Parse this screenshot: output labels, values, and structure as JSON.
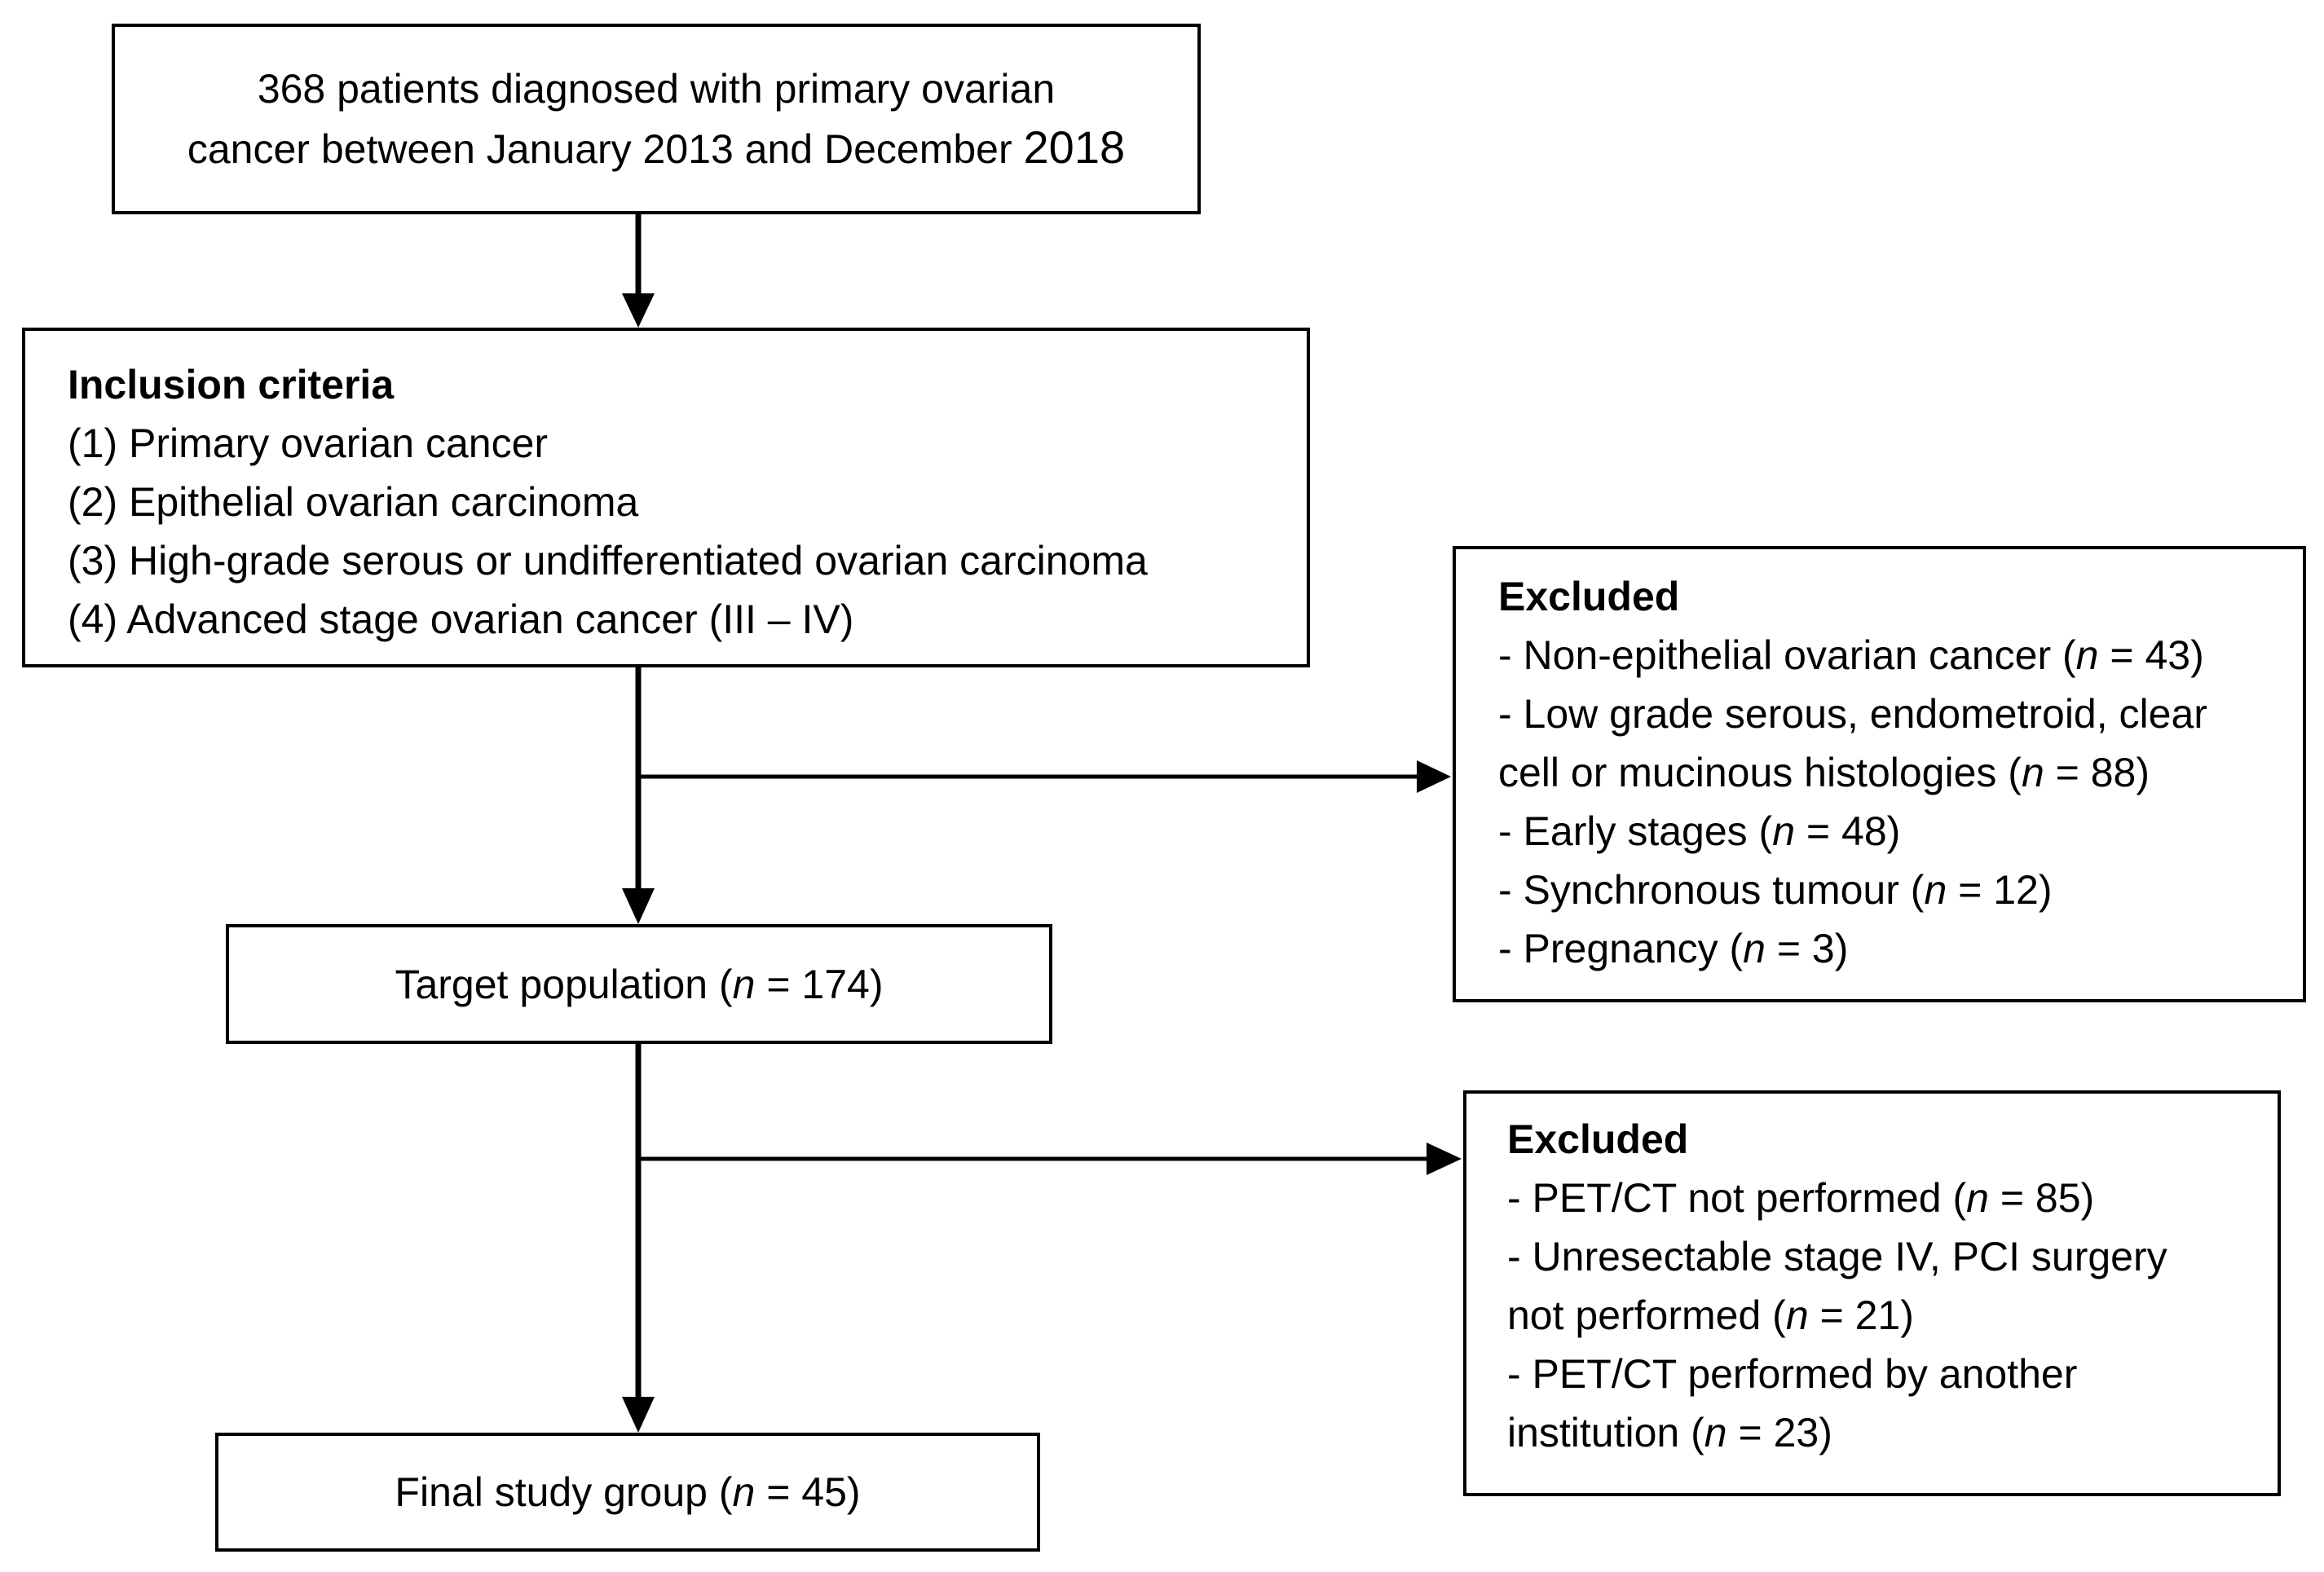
{
  "start_box": {
    "line1": "368 patients diagnosed with primary ovarian",
    "line2": "cancer between January 2013 and December",
    "line2_year": "2018"
  },
  "inclusion_box": {
    "title": "Inclusion criteria",
    "items": [
      "(1) Primary ovarian cancer",
      "(2) Epithelial ovarian carcinoma",
      "(3) High-grade serous or undifferentiated ovarian carcinoma",
      "(4) Advanced stage ovarian cancer (III – IV)"
    ]
  },
  "exclusion_box_1": {
    "title": "Excluded",
    "items": [
      {
        "pre": "- Non-epithelial ovarian cancer (",
        "n_label": "n",
        "post": " = 43)"
      },
      {
        "pre": "- Low grade serous, endometroid, clear"
      },
      {
        "pre": "cell or mucinous histologies (",
        "n_label": "n",
        "post": " = 88)"
      },
      {
        "pre": "- Early stages (",
        "n_label": "n",
        "post": " = 48)"
      },
      {
        "pre": "- Synchronous tumour (",
        "n_label": "n",
        "post": " = 12)"
      },
      {
        "pre": "- Pregnancy (",
        "n_label": "n",
        "post": " = 3)"
      }
    ]
  },
  "target_box": {
    "pre": "Target population (",
    "n_label": "n",
    "post": " = 174)"
  },
  "exclusion_box_2": {
    "title": "Excluded",
    "items": [
      {
        "pre": "- PET/CT not performed (",
        "n_label": "n",
        "post": " = 85)"
      },
      {
        "pre": "- Unresectable stage IV, PCI surgery"
      },
      {
        "pre": "not performed (",
        "n_label": "n",
        "post": " = 21)"
      },
      {
        "pre": "- PET/CT performed by another"
      },
      {
        "pre": "institution (",
        "n_label": "n",
        "post": " = 23)"
      }
    ]
  },
  "final_box": {
    "pre": "Final study group (",
    "n_label": "n",
    "post": " = 45)"
  }
}
